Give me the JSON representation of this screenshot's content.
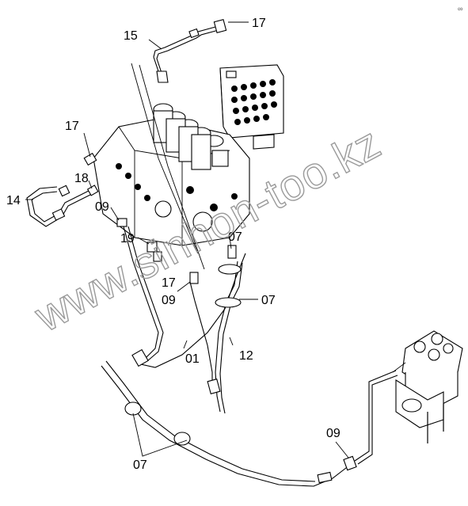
{
  "callouts": {
    "c17_top": "17",
    "c15": "15",
    "c17_left": "17",
    "c18": "18",
    "c14": "14",
    "c09_left": "09",
    "c19": "19",
    "c17_mid": "17",
    "c09_mid": "09",
    "c07_upper": "07",
    "c07_mid": "07",
    "c01": "01",
    "c12": "12",
    "c09_right": "09",
    "c07_bottom": "07"
  },
  "watermark": "www.sinhon-too.kz",
  "corner_mark": "∞"
}
